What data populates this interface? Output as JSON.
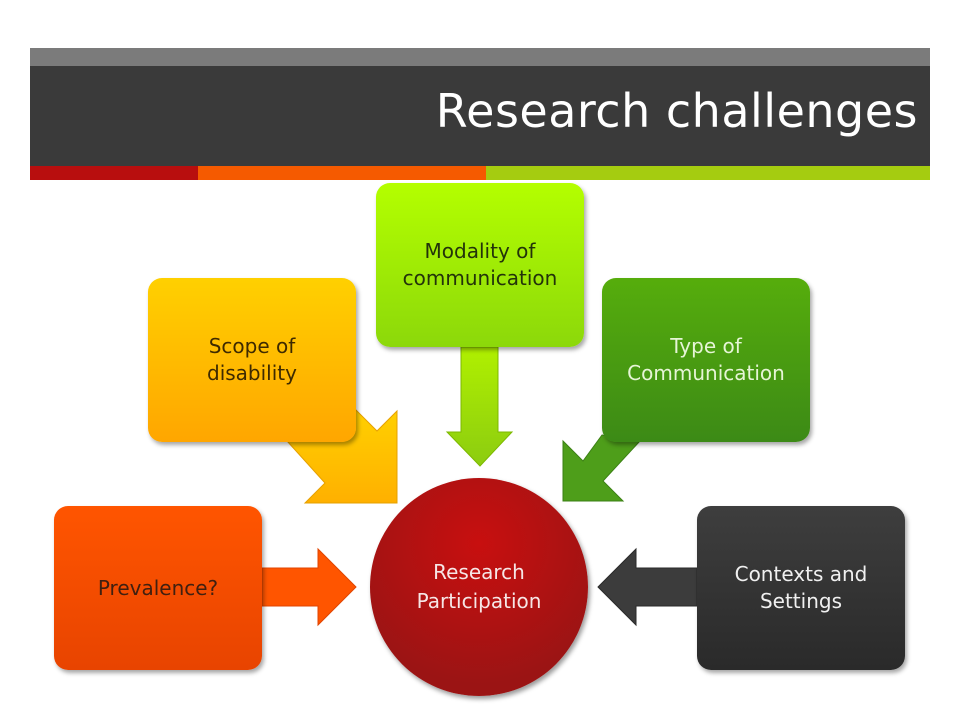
{
  "slide": {
    "title": "Research challenges"
  },
  "diagram": {
    "center": {
      "line1": "Research",
      "line2": "Participation"
    },
    "nodes": {
      "scope": {
        "line1": "Scope of",
        "line2": "disability"
      },
      "modality": {
        "line1": "Modality of",
        "line2": "communication"
      },
      "type": {
        "line1": "Type of",
        "line2": "Communication"
      },
      "prevalence": {
        "line1": "Prevalence?"
      },
      "contexts": {
        "line1": "Contexts and",
        "line2": "Settings"
      }
    }
  },
  "colors": {
    "title_bar": "#3a3a3a",
    "accent_red": "#b80e0e",
    "accent_orange": "#f55a00",
    "accent_green": "#a5cc10",
    "scope": "#ffc000",
    "modality": "#a8ee06",
    "type": "#4a9c12",
    "prevalence": "#ff5500",
    "contexts": "#333333",
    "center": "#b01010"
  }
}
